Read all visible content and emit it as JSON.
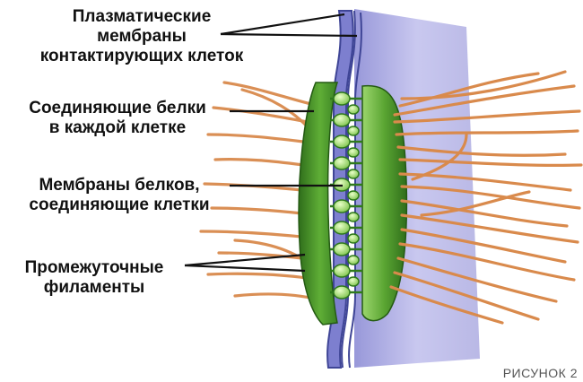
{
  "labels": {
    "membranes": [
      "Плазматические",
      "мембраны",
      "контактирующих клеток"
    ],
    "connecting_proteins": [
      "Соединяющие белки",
      "в каждой клетке"
    ],
    "linking_proteins": [
      "Мембраны белков,",
      "соединяющие клетки"
    ],
    "filaments": [
      "Промежуточные",
      "филаменты"
    ]
  },
  "caption": "РИСУНОК 2",
  "colors": {
    "membrane_sheet": "#b9b8e6",
    "membrane_dark": "#4b52a8",
    "plaque": "#4e9a2e",
    "plaque_light": "#9bd66c",
    "filament": "#d98a4c",
    "pointer": "#111111"
  }
}
